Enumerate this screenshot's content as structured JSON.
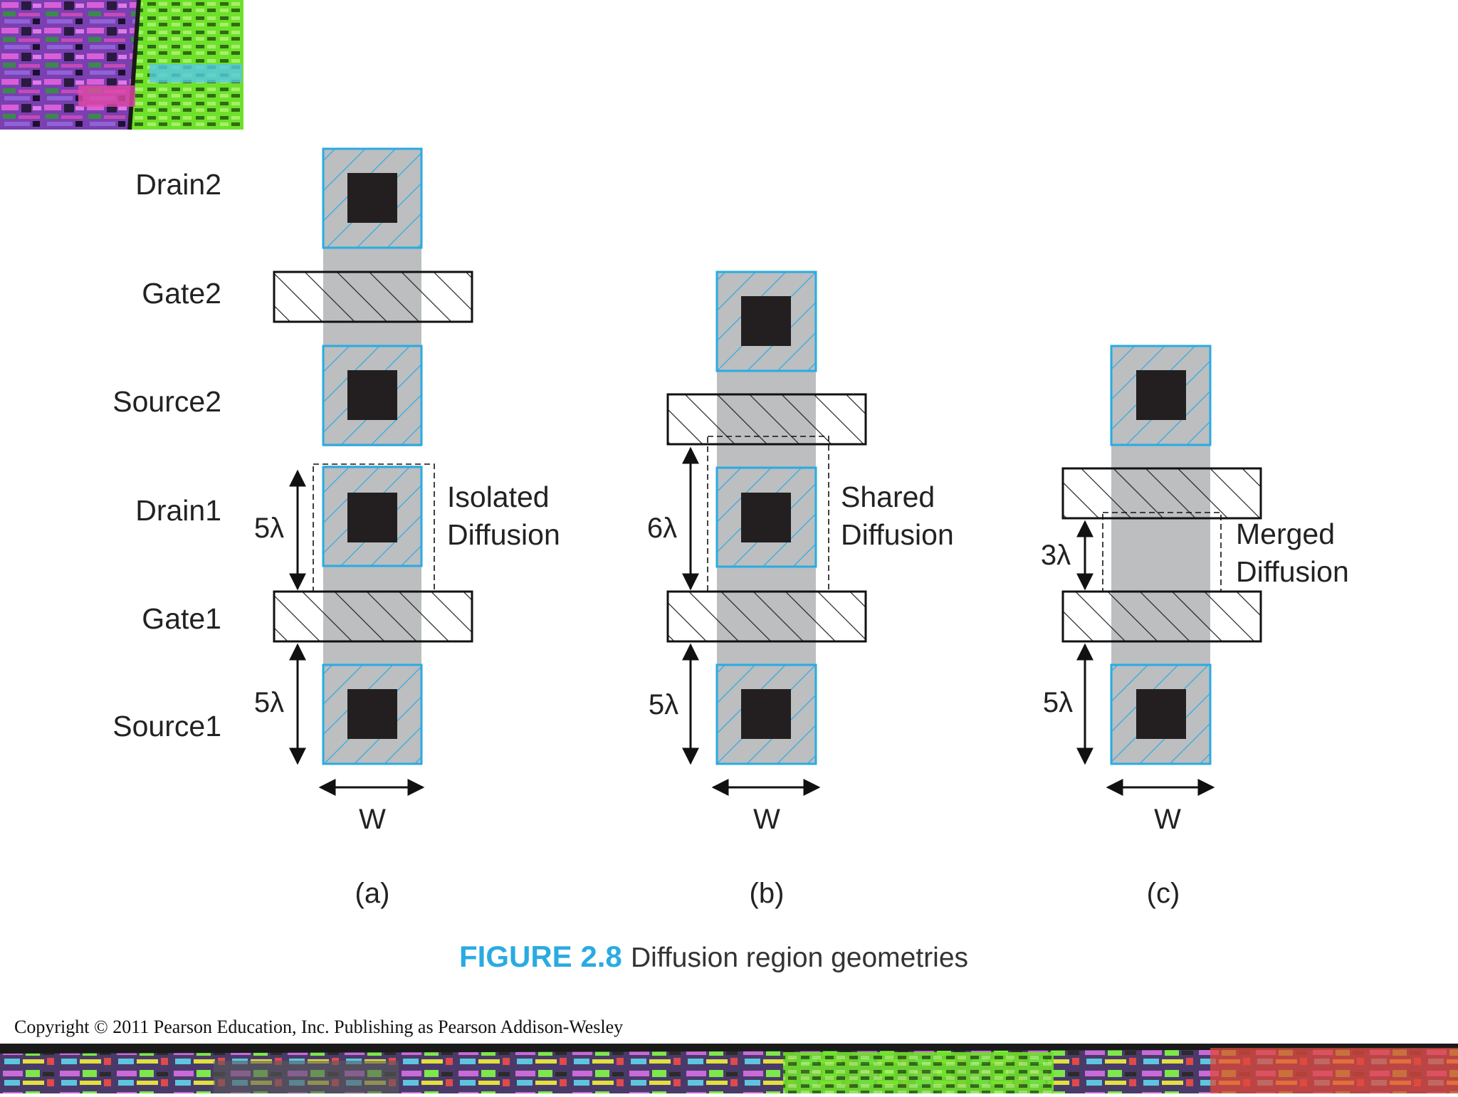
{
  "labels": {
    "drain2": "Drain2",
    "gate2": "Gate2",
    "source2": "Source2",
    "drain1": "Drain1",
    "gate1": "Gate1",
    "source1": "Source1"
  },
  "panel_a": {
    "annotation_line1": "Isolated",
    "annotation_line2": "Diffusion",
    "dim_top": "5λ",
    "dim_bottom": "5λ",
    "width_label": "W",
    "caption": "(a)"
  },
  "panel_b": {
    "annotation_line1": "Shared",
    "annotation_line2": "Diffusion",
    "dim_top": "6λ",
    "dim_bottom": "5λ",
    "width_label": "W",
    "caption": "(b)"
  },
  "panel_c": {
    "annotation_line1": "Merged",
    "annotation_line2": "Diffusion",
    "dim_top": "3λ",
    "dim_bottom": "5λ",
    "width_label": "W",
    "caption": "(c)"
  },
  "figure": {
    "number": "FIGURE 2.8",
    "title": "Diffusion region geometries"
  },
  "footer": {
    "copyright": "Copyright © 2011 Pearson Education, Inc. Publishing as Pearson Addison-Wesley"
  },
  "colors": {
    "diffusion": "#bcbec0",
    "contact_outline": "#29abe2",
    "contact": "#231f20",
    "figure_number": "#29abe2"
  }
}
